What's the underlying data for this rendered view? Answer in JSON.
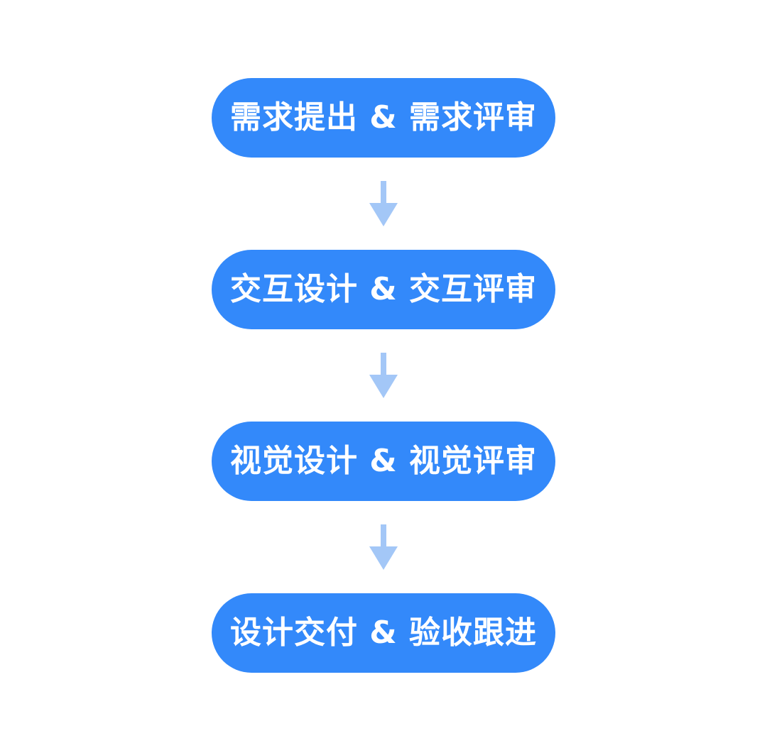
{
  "diagram": {
    "type": "flowchart",
    "direction": "top-to-bottom",
    "steps": [
      {
        "label": "需求提出 & 需求评审"
      },
      {
        "label": "交互设计 & 交互评审"
      },
      {
        "label": "视觉设计 & 视觉评审"
      },
      {
        "label": "设计交付 & 验收跟进"
      }
    ],
    "connector": "arrow-down",
    "colors": {
      "node_fill": "#3389FA",
      "node_text": "#FFFFFF",
      "arrow": "#A3C7F7",
      "background": "#FFFFFF"
    }
  }
}
